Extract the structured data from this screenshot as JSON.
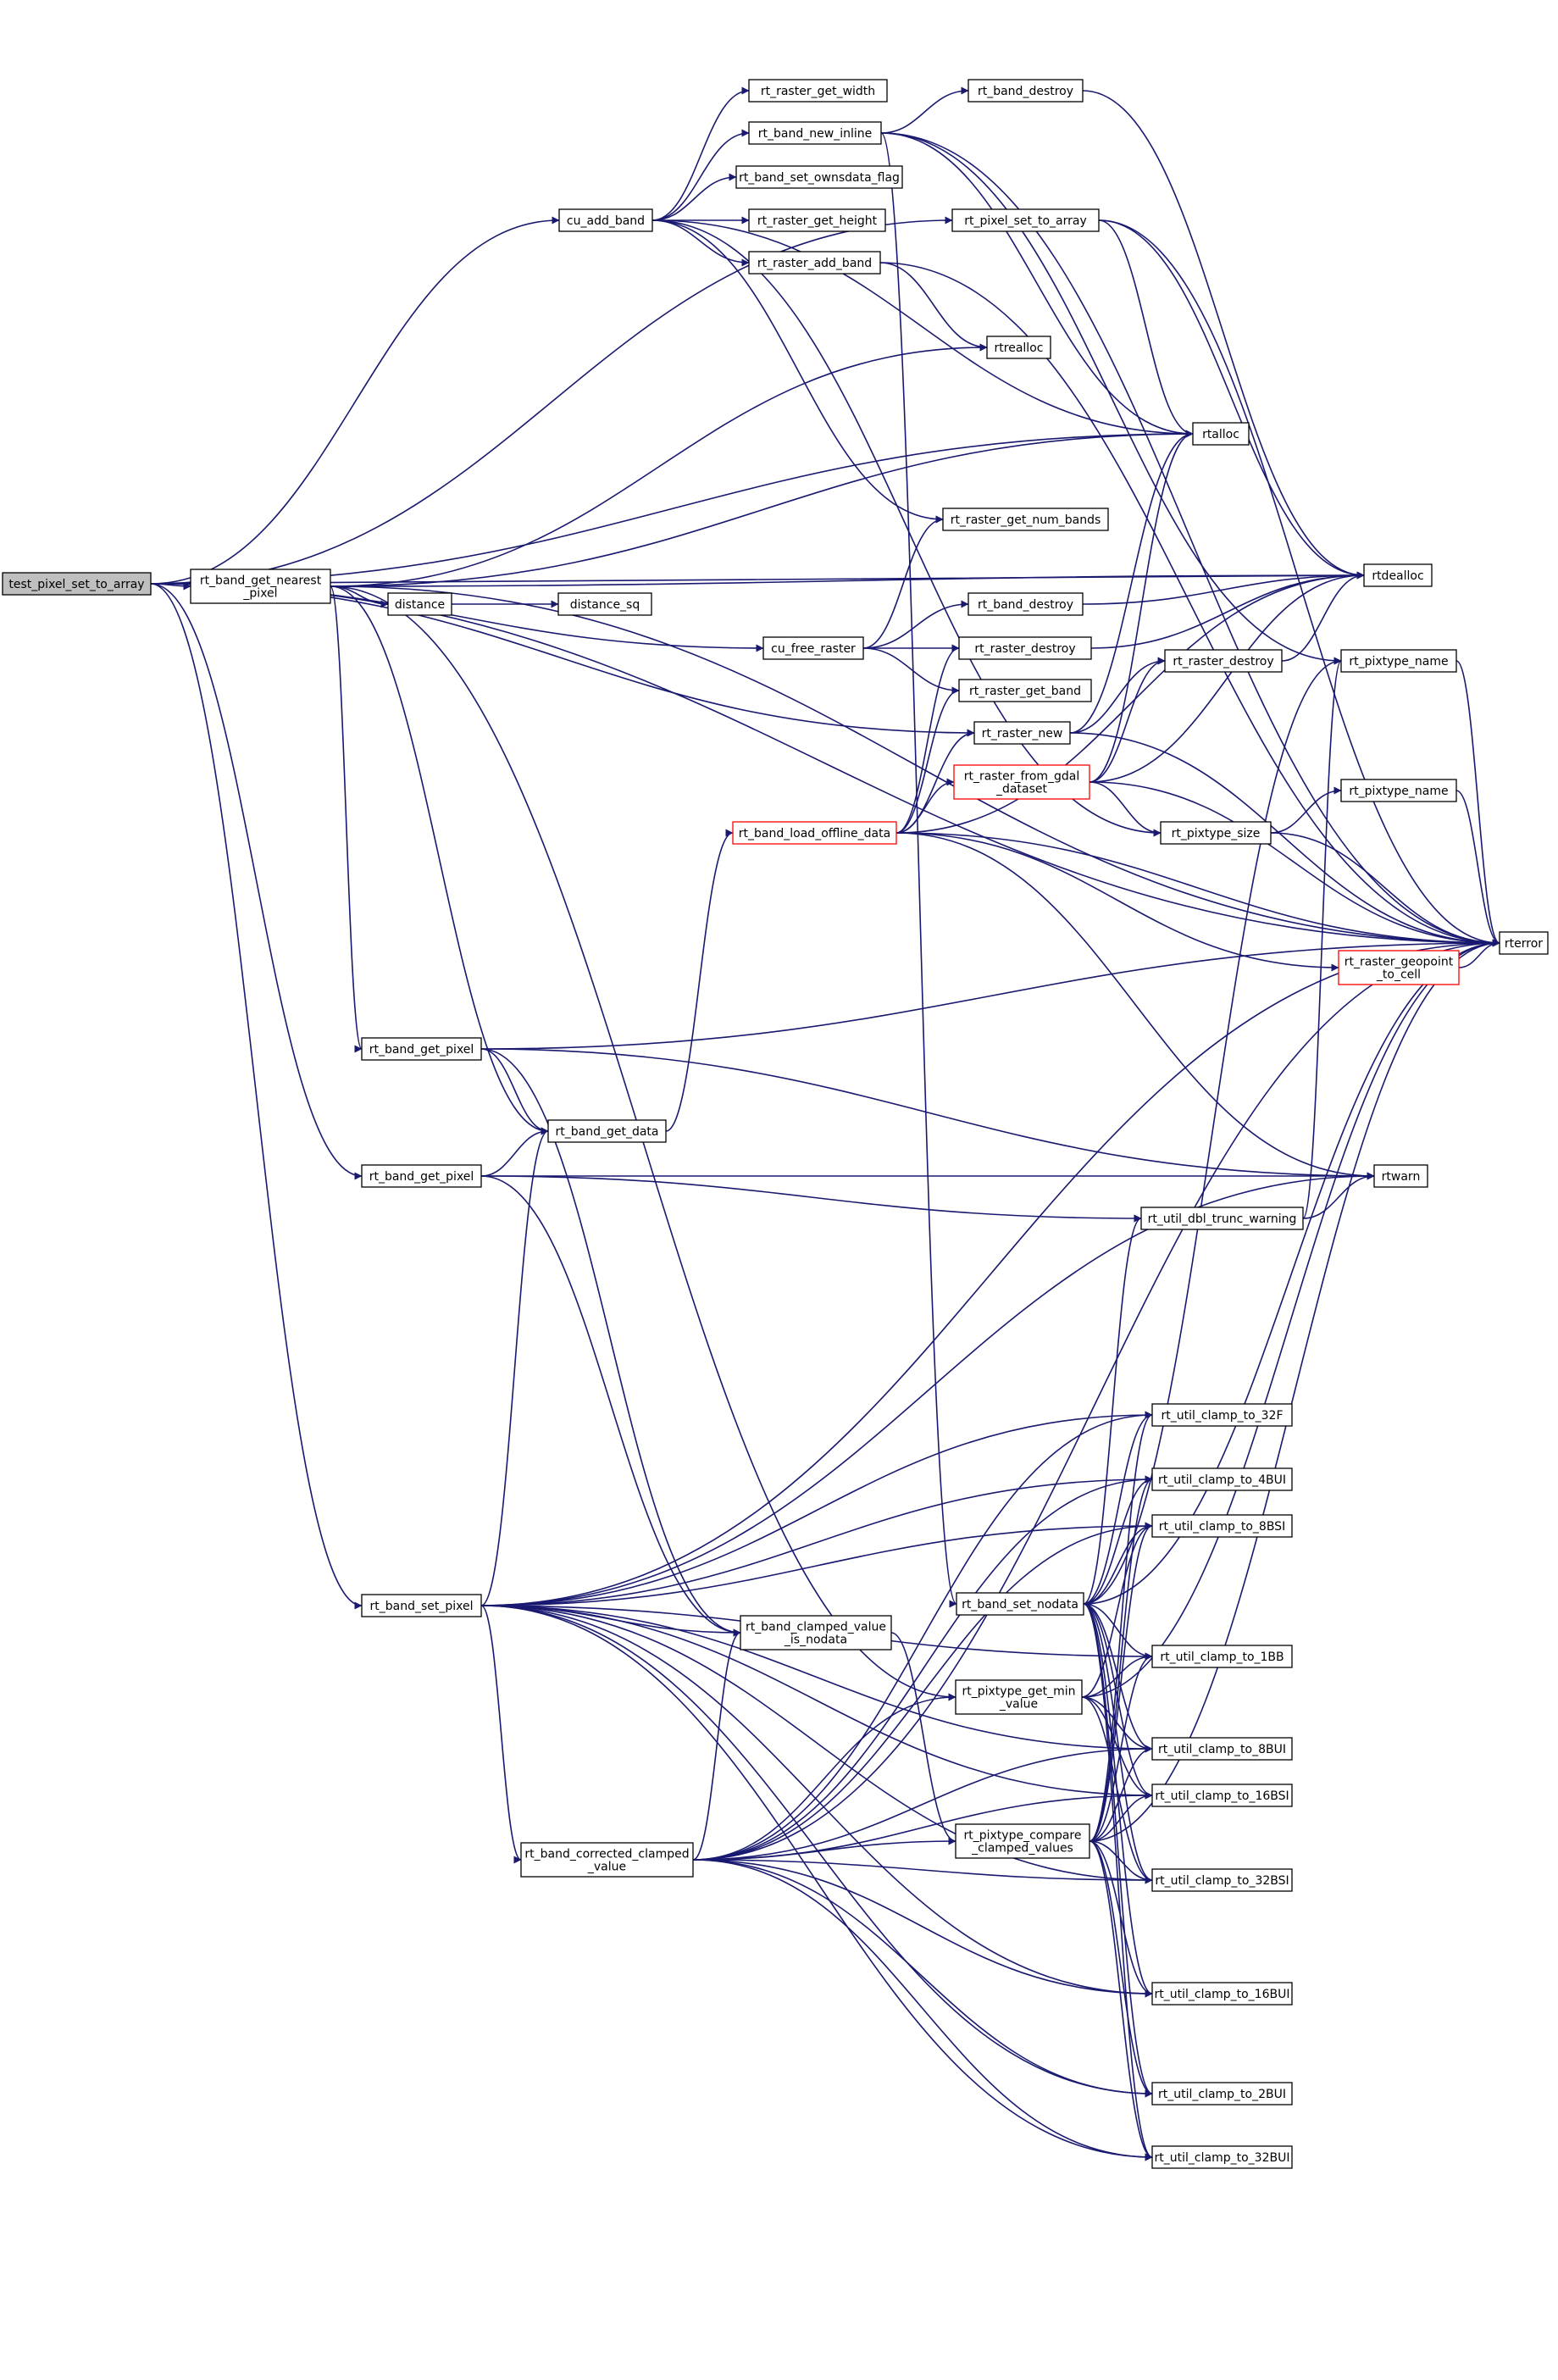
{
  "colors": {
    "edge": "#191970",
    "border": "#000000",
    "highlight": "#ff0000",
    "root_fill": "#bfbfbf"
  },
  "nodes": [
    {
      "id": "test_pixel_set_to_array",
      "lines": [
        "test_pixel_set_to_array"
      ],
      "root": true
    },
    {
      "id": "rt_band_get_nearest_pixel",
      "lines": [
        "rt_band_get_nearest",
        "_pixel"
      ]
    },
    {
      "id": "cu_add_band",
      "lines": [
        "cu_add_band"
      ]
    },
    {
      "id": "rt_raster_get_width",
      "lines": [
        "rt_raster_get_width"
      ]
    },
    {
      "id": "rt_band_new_inline",
      "lines": [
        "rt_band_new_inline"
      ]
    },
    {
      "id": "rt_band_destroy_1",
      "lines": [
        "rt_band_destroy"
      ]
    },
    {
      "id": "rt_band_set_ownsdata_flag",
      "lines": [
        "rt_band_set_ownsdata_flag"
      ]
    },
    {
      "id": "rt_raster_get_height",
      "lines": [
        "rt_raster_get_height"
      ]
    },
    {
      "id": "rt_pixel_set_to_array",
      "lines": [
        "rt_pixel_set_to_array"
      ]
    },
    {
      "id": "rt_raster_add_band",
      "lines": [
        "rt_raster_add_band"
      ]
    },
    {
      "id": "rtrealloc",
      "lines": [
        "rtrealloc"
      ]
    },
    {
      "id": "rtalloc",
      "lines": [
        "rtalloc"
      ]
    },
    {
      "id": "rt_raster_get_num_bands",
      "lines": [
        "rt_raster_get_num_bands"
      ]
    },
    {
      "id": "rtdealloc",
      "lines": [
        "rtdealloc"
      ]
    },
    {
      "id": "distance",
      "lines": [
        "distance"
      ]
    },
    {
      "id": "distance_sq",
      "lines": [
        "distance_sq"
      ]
    },
    {
      "id": "cu_free_raster",
      "lines": [
        "cu_free_raster"
      ]
    },
    {
      "id": "rt_band_destroy_2",
      "lines": [
        "rt_band_destroy"
      ]
    },
    {
      "id": "rt_raster_destroy_1",
      "lines": [
        "rt_raster_destroy"
      ]
    },
    {
      "id": "rt_raster_destroy_2",
      "lines": [
        "rt_raster_destroy"
      ]
    },
    {
      "id": "rt_pixtype_name_1",
      "lines": [
        "rt_pixtype_name"
      ]
    },
    {
      "id": "rt_raster_get_band",
      "lines": [
        "rt_raster_get_band"
      ]
    },
    {
      "id": "rt_raster_new",
      "lines": [
        "rt_raster_new"
      ]
    },
    {
      "id": "rt_raster_from_gdal_dataset",
      "lines": [
        "rt_raster_from_gdal",
        "_dataset"
      ],
      "red": true
    },
    {
      "id": "rt_pixtype_name_2",
      "lines": [
        "rt_pixtype_name"
      ]
    },
    {
      "id": "rt_band_load_offline_data",
      "lines": [
        "rt_band_load_offline_data"
      ],
      "red": true
    },
    {
      "id": "rt_pixtype_size",
      "lines": [
        "rt_pixtype_size"
      ]
    },
    {
      "id": "rterror",
      "lines": [
        "rterror"
      ]
    },
    {
      "id": "rt_raster_geopoint_to_cell",
      "lines": [
        "rt_raster_geopoint",
        "_to_cell"
      ],
      "red": true
    },
    {
      "id": "rt_band_get_pixel_1",
      "lines": [
        "rt_band_get_pixel"
      ]
    },
    {
      "id": "rt_band_get_data",
      "lines": [
        "rt_band_get_data"
      ]
    },
    {
      "id": "rt_band_get_pixel_2",
      "lines": [
        "rt_band_get_pixel"
      ]
    },
    {
      "id": "rtwarn",
      "lines": [
        "rtwarn"
      ]
    },
    {
      "id": "rt_util_dbl_trunc_warning",
      "lines": [
        "rt_util_dbl_trunc_warning"
      ]
    },
    {
      "id": "rt_util_clamp_to_32F",
      "lines": [
        "rt_util_clamp_to_32F"
      ]
    },
    {
      "id": "rt_util_clamp_to_4BUI",
      "lines": [
        "rt_util_clamp_to_4BUI"
      ]
    },
    {
      "id": "rt_util_clamp_to_8BSI",
      "lines": [
        "rt_util_clamp_to_8BSI"
      ]
    },
    {
      "id": "rt_band_set_pixel",
      "lines": [
        "rt_band_set_pixel"
      ]
    },
    {
      "id": "rt_band_set_nodata",
      "lines": [
        "rt_band_set_nodata"
      ]
    },
    {
      "id": "rt_band_clamped_value_is_nodata",
      "lines": [
        "rt_band_clamped_value",
        "_is_nodata"
      ]
    },
    {
      "id": "rt_util_clamp_to_1BB",
      "lines": [
        "rt_util_clamp_to_1BB"
      ]
    },
    {
      "id": "rt_pixtype_get_min_value",
      "lines": [
        "rt_pixtype_get_min",
        "_value"
      ]
    },
    {
      "id": "rt_util_clamp_to_8BUI",
      "lines": [
        "rt_util_clamp_to_8BUI"
      ]
    },
    {
      "id": "rt_util_clamp_to_16BSI",
      "lines": [
        "rt_util_clamp_to_16BSI"
      ]
    },
    {
      "id": "rt_pixtype_compare_clamped_values",
      "lines": [
        "rt_pixtype_compare",
        "_clamped_values"
      ]
    },
    {
      "id": "rt_band_corrected_clamped_value",
      "lines": [
        "rt_band_corrected_clamped",
        "_value"
      ]
    },
    {
      "id": "rt_util_clamp_to_32BSI",
      "lines": [
        "rt_util_clamp_to_32BSI"
      ]
    },
    {
      "id": "rt_util_clamp_to_16BUI",
      "lines": [
        "rt_util_clamp_to_16BUI"
      ]
    },
    {
      "id": "rt_util_clamp_to_2BUI",
      "lines": [
        "rt_util_clamp_to_2BUI"
      ]
    },
    {
      "id": "rt_util_clamp_to_32BUI",
      "lines": [
        "rt_util_clamp_to_32BUI"
      ]
    }
  ],
  "edges": [
    [
      "test_pixel_set_to_array",
      "rt_band_get_nearest_pixel"
    ],
    [
      "test_pixel_set_to_array",
      "cu_add_band"
    ],
    [
      "test_pixel_set_to_array",
      "rt_pixel_set_to_array"
    ],
    [
      "test_pixel_set_to_array",
      "rtalloc"
    ],
    [
      "test_pixel_set_to_array",
      "rtdealloc"
    ],
    [
      "test_pixel_set_to_array",
      "cu_free_raster"
    ],
    [
      "test_pixel_set_to_array",
      "rt_raster_new"
    ],
    [
      "test_pixel_set_to_array",
      "rt_band_get_pixel_2"
    ],
    [
      "test_pixel_set_to_array",
      "rt_band_set_pixel"
    ],
    [
      "test_pixel_set_to_array",
      "rterror"
    ],
    [
      "rt_band_get_nearest_pixel",
      "distance"
    ],
    [
      "rt_band_get_nearest_pixel",
      "rtrealloc"
    ],
    [
      "rt_band_get_nearest_pixel",
      "rtalloc"
    ],
    [
      "rt_band_get_nearest_pixel",
      "rtdealloc"
    ],
    [
      "rt_band_get_nearest_pixel",
      "rt_band_get_pixel_1"
    ],
    [
      "rt_band_get_nearest_pixel",
      "rt_pixtype_get_min_value"
    ],
    [
      "rt_band_get_nearest_pixel",
      "rterror"
    ],
    [
      "rt_band_get_nearest_pixel",
      "rt_band_get_data"
    ],
    [
      "distance",
      "distance_sq"
    ],
    [
      "cu_add_band",
      "rt_raster_get_width"
    ],
    [
      "cu_add_band",
      "rt_band_new_inline"
    ],
    [
      "cu_add_band",
      "rt_band_set_ownsdata_flag"
    ],
    [
      "cu_add_band",
      "rt_raster_get_height"
    ],
    [
      "cu_add_band",
      "rt_raster_add_band"
    ],
    [
      "cu_add_band",
      "rtalloc"
    ],
    [
      "cu_add_band",
      "rt_raster_get_num_bands"
    ],
    [
      "cu_add_band",
      "rt_pixtype_size"
    ],
    [
      "rt_band_new_inline",
      "rt_band_destroy_1"
    ],
    [
      "rt_band_new_inline",
      "rtalloc"
    ],
    [
      "rt_band_new_inline",
      "rterror"
    ],
    [
      "rt_band_new_inline",
      "rt_pixtype_name_1"
    ],
    [
      "rt_band_new_inline",
      "rt_band_set_nodata"
    ],
    [
      "rt_band_destroy_1",
      "rtdealloc"
    ],
    [
      "rt_raster_add_band",
      "rtrealloc"
    ],
    [
      "rt_raster_add_band",
      "rterror"
    ],
    [
      "rt_pixel_set_to_array",
      "rtalloc"
    ],
    [
      "rt_pixel_set_to_array",
      "rtdealloc"
    ],
    [
      "rt_pixel_set_to_array",
      "rterror"
    ],
    [
      "cu_free_raster",
      "rt_raster_get_num_bands"
    ],
    [
      "cu_free_raster",
      "rt_band_destroy_2"
    ],
    [
      "cu_free_raster",
      "rt_raster_destroy_1"
    ],
    [
      "cu_free_raster",
      "rt_raster_get_band"
    ],
    [
      "rt_band_destroy_2",
      "rtdealloc"
    ],
    [
      "rt_raster_destroy_1",
      "rtdealloc"
    ],
    [
      "rt_raster_destroy_2",
      "rtdealloc"
    ],
    [
      "rt_raster_new",
      "rtalloc"
    ],
    [
      "rt_raster_new",
      "rt_raster_destroy_2"
    ],
    [
      "rt_raster_new",
      "rterror"
    ],
    [
      "rt_raster_from_gdal_dataset",
      "rtalloc"
    ],
    [
      "rt_raster_from_gdal_dataset",
      "rtdealloc"
    ],
    [
      "rt_raster_from_gdal_dataset",
      "rt_raster_destroy_2"
    ],
    [
      "rt_raster_from_gdal_dataset",
      "rt_pixtype_size"
    ],
    [
      "rt_raster_from_gdal_dataset",
      "rterror"
    ],
    [
      "rt_band_load_offline_data",
      "rt_raster_destroy_1"
    ],
    [
      "rt_band_load_offline_data",
      "rt_raster_get_band"
    ],
    [
      "rt_band_load_offline_data",
      "rt_raster_new"
    ],
    [
      "rt_band_load_offline_data",
      "rt_raster_from_gdal_dataset"
    ],
    [
      "rt_band_load_offline_data",
      "rtdealloc"
    ],
    [
      "rt_band_load_offline_data",
      "rt_raster_geopoint_to_cell"
    ],
    [
      "rt_band_load_offline_data",
      "rterror"
    ],
    [
      "rt_band_load_offline_data",
      "rtwarn"
    ],
    [
      "rt_pixtype_size",
      "rt_pixtype_name_2"
    ],
    [
      "rt_pixtype_size",
      "rterror"
    ],
    [
      "rt_pixtype_name_1",
      "rterror"
    ],
    [
      "rt_pixtype_name_2",
      "rterror"
    ],
    [
      "rt_raster_geopoint_to_cell",
      "rterror"
    ],
    [
      "rt_band_get_pixel_1",
      "rt_band_get_data"
    ],
    [
      "rt_band_get_pixel_1",
      "rterror"
    ],
    [
      "rt_band_get_pixel_1",
      "rtwarn"
    ],
    [
      "rt_band_get_pixel_1",
      "rt_band_clamped_value_is_nodata"
    ],
    [
      "rt_band_get_pixel_2",
      "rt_band_get_data"
    ],
    [
      "rt_band_get_pixel_2",
      "rtwarn"
    ],
    [
      "rt_band_get_pixel_2",
      "rt_util_dbl_trunc_warning"
    ],
    [
      "rt_band_get_pixel_2",
      "rt_band_clamped_value_is_nodata"
    ],
    [
      "rt_band_get_data",
      "rt_band_load_offline_data"
    ],
    [
      "rt_util_dbl_trunc_warning",
      "rtwarn"
    ],
    [
      "rt_util_dbl_trunc_warning",
      "rt_pixtype_name_1"
    ],
    [
      "rt_band_set_pixel",
      "rt_band_get_data"
    ],
    [
      "rt_band_set_pixel",
      "rtwarn"
    ],
    [
      "rt_band_set_pixel",
      "rterror"
    ],
    [
      "rt_band_set_pixel",
      "rt_util_clamp_to_32F"
    ],
    [
      "rt_band_set_pixel",
      "rt_util_clamp_to_4BUI"
    ],
    [
      "rt_band_set_pixel",
      "rt_util_clamp_to_8BSI"
    ],
    [
      "rt_band_set_pixel",
      "rt_band_clamped_value_is_nodata"
    ],
    [
      "rt_band_set_pixel",
      "rt_util_clamp_to_1BB"
    ],
    [
      "rt_band_set_pixel",
      "rt_band_corrected_clamped_value"
    ],
    [
      "rt_band_set_pixel",
      "rt_util_clamp_to_8BUI"
    ],
    [
      "rt_band_set_pixel",
      "rt_util_clamp_to_16BSI"
    ],
    [
      "rt_band_set_pixel",
      "rt_util_clamp_to_32BSI"
    ],
    [
      "rt_band_set_pixel",
      "rt_util_clamp_to_16BUI"
    ],
    [
      "rt_band_set_pixel",
      "rt_util_clamp_to_2BUI"
    ],
    [
      "rt_band_set_pixel",
      "rt_util_clamp_to_32BUI"
    ],
    [
      "rt_band_set_nodata",
      "rt_util_dbl_trunc_warning"
    ],
    [
      "rt_band_set_nodata",
      "rt_util_clamp_to_32F"
    ],
    [
      "rt_band_set_nodata",
      "rt_util_clamp_to_4BUI"
    ],
    [
      "rt_band_set_nodata",
      "rt_util_clamp_to_8BSI"
    ],
    [
      "rt_band_set_nodata",
      "rt_util_clamp_to_1BB"
    ],
    [
      "rt_band_set_nodata",
      "rt_util_clamp_to_8BUI"
    ],
    [
      "rt_band_set_nodata",
      "rt_util_clamp_to_16BSI"
    ],
    [
      "rt_band_set_nodata",
      "rt_util_clamp_to_32BSI"
    ],
    [
      "rt_band_set_nodata",
      "rt_util_clamp_to_16BUI"
    ],
    [
      "rt_band_set_nodata",
      "rt_util_clamp_to_2BUI"
    ],
    [
      "rt_band_set_nodata",
      "rt_util_clamp_to_32BUI"
    ],
    [
      "rt_band_set_nodata",
      "rterror"
    ],
    [
      "rt_band_set_nodata",
      "rt_pixtype_name_1"
    ],
    [
      "rt_band_clamped_value_is_nodata",
      "rt_pixtype_compare_clamped_values"
    ],
    [
      "rt_pixtype_get_min_value",
      "rt_util_clamp_to_1BB"
    ],
    [
      "rt_pixtype_get_min_value",
      "rt_util_clamp_to_8BUI"
    ],
    [
      "rt_pixtype_get_min_value",
      "rt_util_clamp_to_16BSI"
    ],
    [
      "rt_pixtype_get_min_value",
      "rt_util_clamp_to_32BSI"
    ],
    [
      "rt_pixtype_get_min_value",
      "rt_util_clamp_to_8BSI"
    ],
    [
      "rt_pixtype_get_min_value",
      "rterror"
    ],
    [
      "rt_pixtype_compare_clamped_values",
      "rt_util_clamp_to_32F"
    ],
    [
      "rt_pixtype_compare_clamped_values",
      "rt_util_clamp_to_4BUI"
    ],
    [
      "rt_pixtype_compare_clamped_values",
      "rt_util_clamp_to_8BSI"
    ],
    [
      "rt_pixtype_compare_clamped_values",
      "rt_util_clamp_to_1BB"
    ],
    [
      "rt_pixtype_compare_clamped_values",
      "rt_util_clamp_to_8BUI"
    ],
    [
      "rt_pixtype_compare_clamped_values",
      "rt_util_clamp_to_16BSI"
    ],
    [
      "rt_pixtype_compare_clamped_values",
      "rt_util_clamp_to_32BSI"
    ],
    [
      "rt_pixtype_compare_clamped_values",
      "rt_util_clamp_to_16BUI"
    ],
    [
      "rt_pixtype_compare_clamped_values",
      "rt_util_clamp_to_2BUI"
    ],
    [
      "rt_pixtype_compare_clamped_values",
      "rt_util_clamp_to_32BUI"
    ],
    [
      "rt_pixtype_compare_clamped_values",
      "rterror"
    ],
    [
      "rt_band_corrected_clamped_value",
      "rt_band_clamped_value_is_nodata"
    ],
    [
      "rt_band_corrected_clamped_value",
      "rt_pixtype_get_min_value"
    ],
    [
      "rt_band_corrected_clamped_value",
      "rt_pixtype_compare_clamped_values"
    ],
    [
      "rt_band_corrected_clamped_value",
      "rt_util_clamp_to_32F"
    ],
    [
      "rt_band_corrected_clamped_value",
      "rt_util_clamp_to_4BUI"
    ],
    [
      "rt_band_corrected_clamped_value",
      "rt_util_clamp_to_8BSI"
    ],
    [
      "rt_band_corrected_clamped_value",
      "rt_util_clamp_to_8BUI"
    ],
    [
      "rt_band_corrected_clamped_value",
      "rt_util_clamp_to_16BSI"
    ],
    [
      "rt_band_corrected_clamped_value",
      "rt_util_clamp_to_32BSI"
    ],
    [
      "rt_band_corrected_clamped_value",
      "rt_util_clamp_to_16BUI"
    ],
    [
      "rt_band_corrected_clamped_value",
      "rt_util_clamp_to_2BUI"
    ],
    [
      "rt_band_corrected_clamped_value",
      "rt_util_clamp_to_32BUI"
    ],
    [
      "rt_band_corrected_clamped_value",
      "rterror"
    ]
  ]
}
